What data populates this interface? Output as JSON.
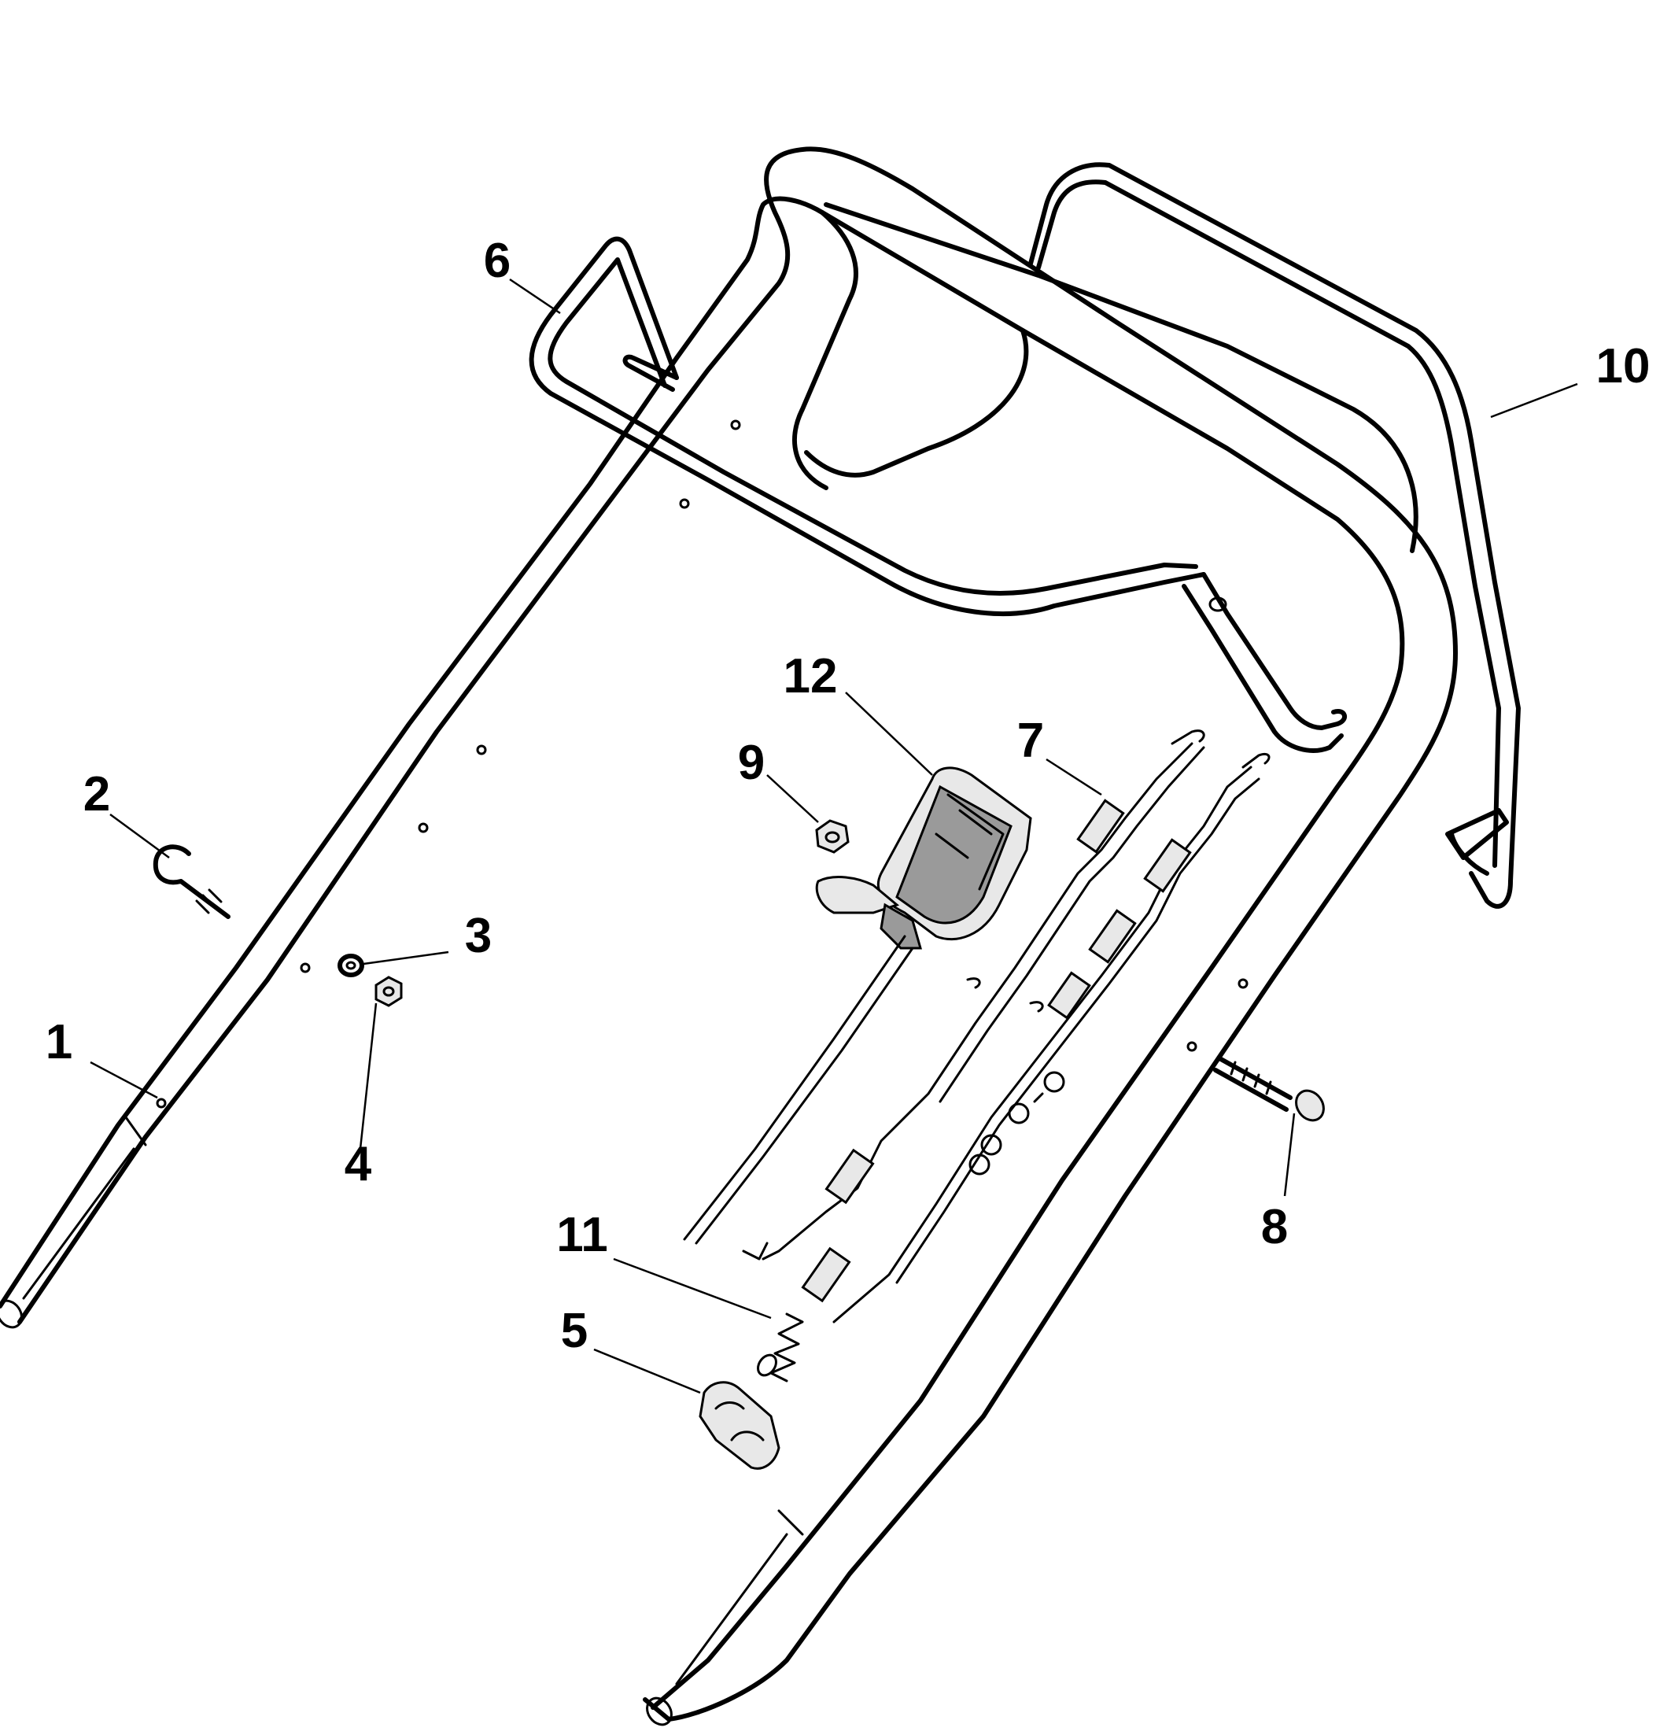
{
  "callouts": [
    {
      "id": "1",
      "label": "1"
    },
    {
      "id": "2",
      "label": "2"
    },
    {
      "id": "3",
      "label": "3"
    },
    {
      "id": "4",
      "label": "4"
    },
    {
      "id": "5",
      "label": "5"
    },
    {
      "id": "6",
      "label": "6"
    },
    {
      "id": "7",
      "label": "7"
    },
    {
      "id": "8",
      "label": "8"
    },
    {
      "id": "9",
      "label": "9"
    },
    {
      "id": "10",
      "label": "10"
    },
    {
      "id": "11",
      "label": "11"
    },
    {
      "id": "12",
      "label": "12"
    }
  ],
  "colors": {
    "line": "#000000",
    "background": "#ffffff",
    "shade": "#9a9a9a"
  }
}
